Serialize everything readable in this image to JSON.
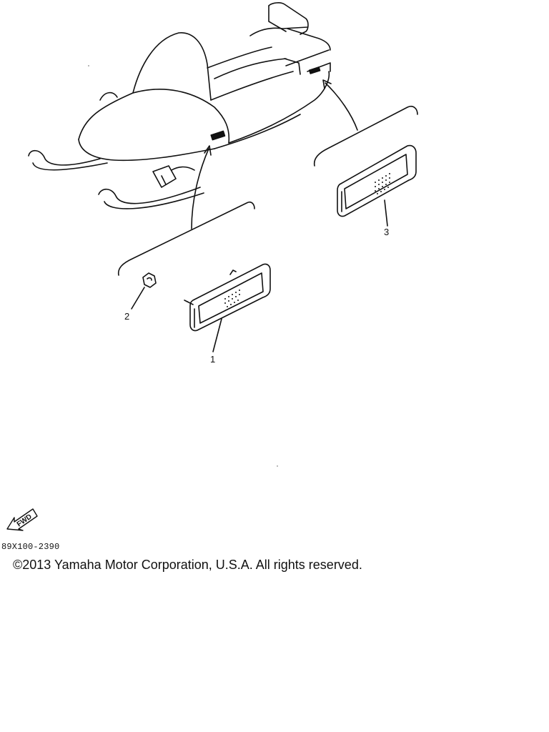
{
  "diagram": {
    "callouts": {
      "part_1": "1",
      "part_2": "2",
      "part_3": "3"
    },
    "fwd_label": "FWD",
    "drawing_number": "89X100-2390"
  },
  "footer": {
    "copyright": "©2013 Yamaha Motor Corporation, U.S.A. All rights reserved."
  }
}
